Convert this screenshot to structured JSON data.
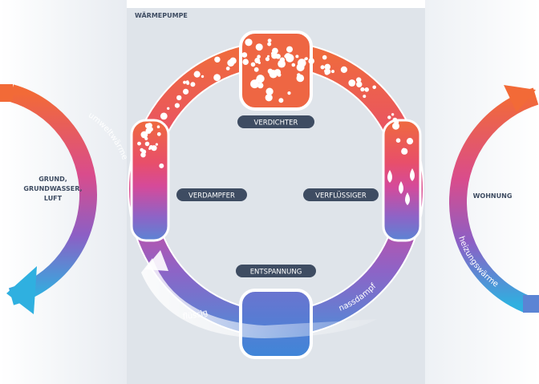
{
  "panel_title": "WÄRMEPUMPE",
  "left_label": [
    "GRUND,",
    "GRUNDWASSER,",
    "LUFT"
  ],
  "right_label": "WOHNUNG",
  "components": {
    "verdichter": "VERDICHTER",
    "verdampfer": "VERDAMPFER",
    "verfluessiger": "VERFLÜSSIGER",
    "entspannung": "ENTSPANNUNG"
  },
  "flows": {
    "umweltwaerme": "umweltwärme",
    "heizungswaerme": "heizungswärme",
    "fluessig": "flüssig",
    "nassdampf": "nassdampf"
  },
  "colors": {
    "hot": "#ef6a3e",
    "mid": "#d54a9a",
    "cool": "#8b5fc4",
    "cold": "#3fa7df",
    "pill": "#3e4c62",
    "panel": "#dfe4ea"
  }
}
